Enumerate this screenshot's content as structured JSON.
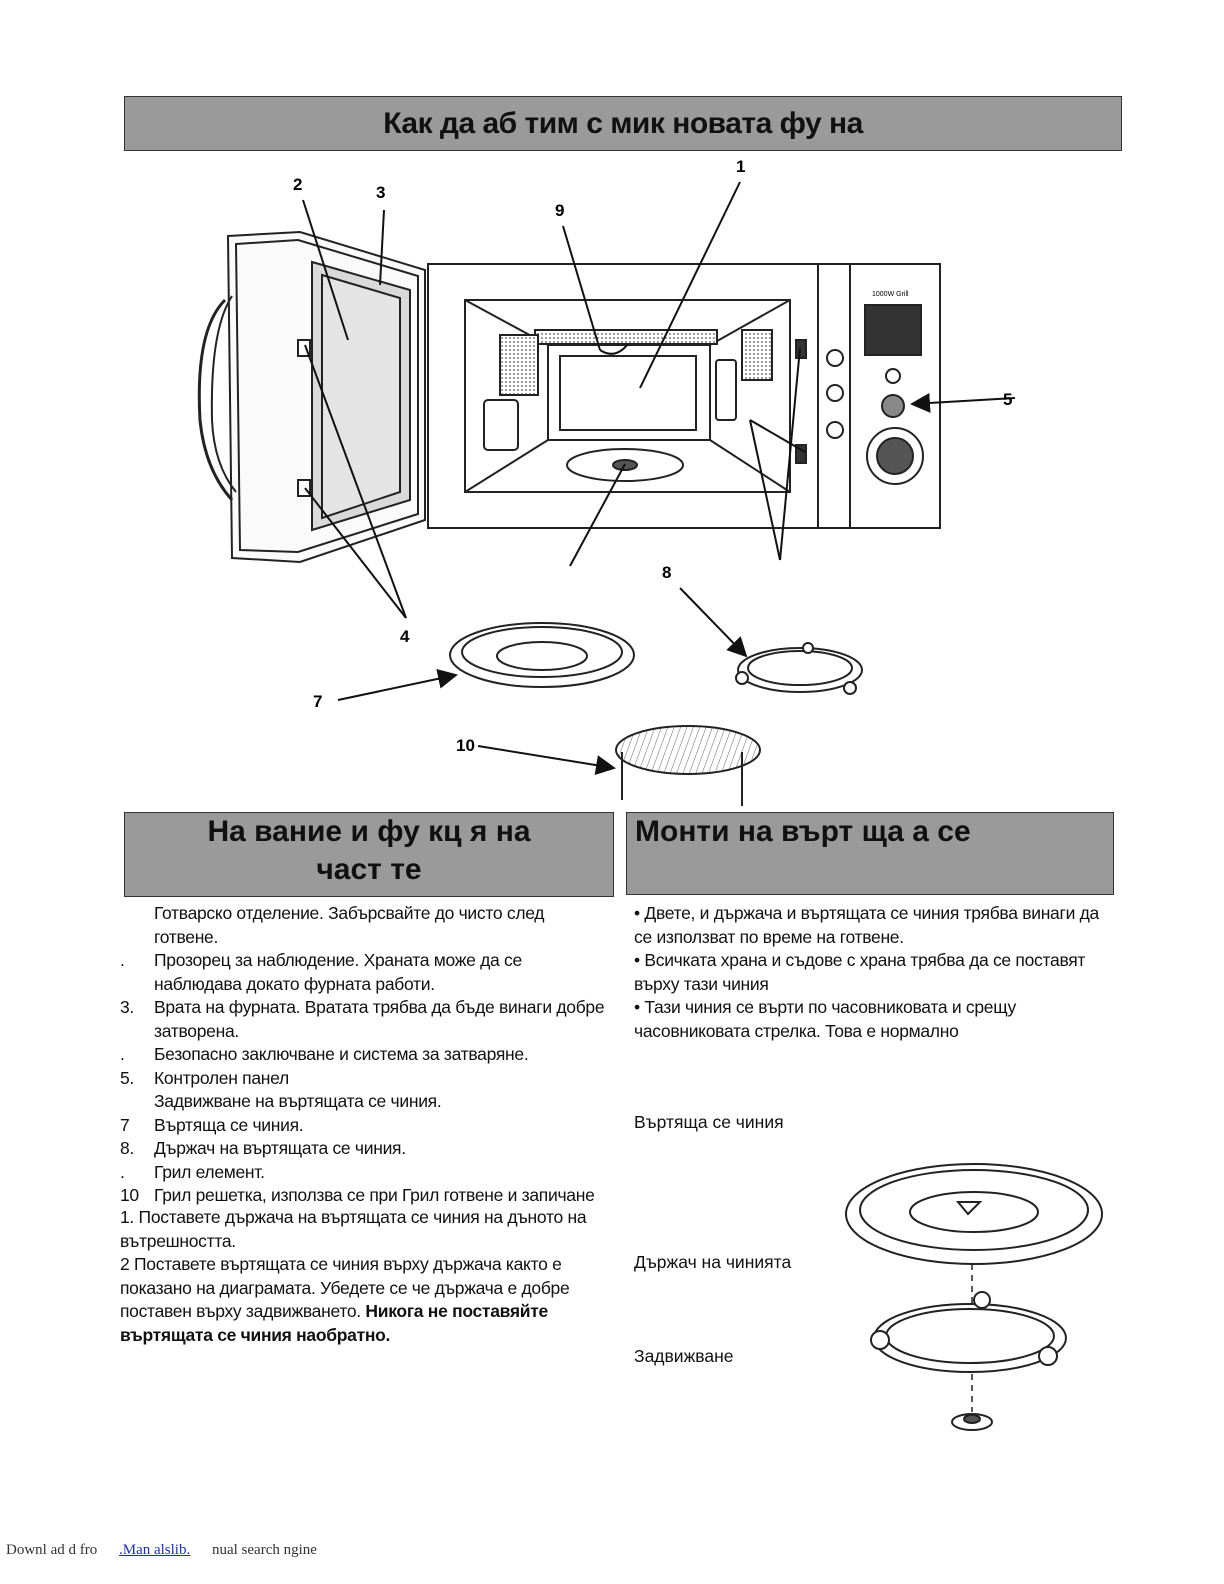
{
  "title": "Как да   аб  тим с мик           новата фу  на",
  "left_header": {
    "line1": "На            вание и фу  кц  я на",
    "line2": "част  те"
  },
  "right_header": "Монти         на върт  ща  а се",
  "callouts": [
    "1",
    "2",
    "3",
    "4",
    "5",
    "7",
    "8",
    "9",
    "10"
  ],
  "panel_text": "1000W Grill",
  "parts_list": [
    {
      "num": "",
      "text": "Готварско отделение. Забърсвайте до чисто след готвене."
    },
    {
      "num": ".",
      "text": "Прозорец за наблюдение. Храната може да се наблюдава  докато фурната работи."
    },
    {
      "num": "3.",
      "text": "Врата на фурната. Вратата трябва да бъде винаги добре затворена."
    },
    {
      "num": ".",
      "text": "Безопасно заключване и система за затваряне."
    },
    {
      "num": "5.",
      "text": "Контролен панел"
    },
    {
      "num": "",
      "text": "Задвижване на въртящата се чиния."
    },
    {
      "num": "7",
      "text": "Въртяща се чиния."
    },
    {
      "num": "8.",
      "text": "Държач на въртящата се чиния."
    },
    {
      "num": ".",
      "text": "Грил елемент."
    },
    {
      "num": "10",
      "text": "Грил решетка, използва се при Грил готвене и запичане"
    }
  ],
  "steps": {
    "step1": "1. Поставете държача на въртящата се  чиния на дъното на вътрешността.",
    "step2": "2  Поставете въртящата се чиния върху държача както е показано на диаграмата. Убедете се  че държача е добре поставен върху задвижването. ",
    "step2_bold": "Никога не поставяйте въртящата се чиния наобратно."
  },
  "notes": [
    "• Двете, и държача и въртящата се чиния трябва винаги да се използват по време на готвене.",
    "• Всичката храна и съдове с храна трябва да се поставят върху тази чиния",
    "• Тази чиния се върти по часовниковата и срещу часовниковата стрелка. Това е нормално"
  ],
  "diagram_labels": {
    "plate": "Въртяща се чиния",
    "holder": "Държач на чинията",
    "drive": "Задвижване"
  },
  "footer": {
    "prefix": "Downl  ad  d fro",
    "link": ".Man  alslib.",
    "suffix": "nual   search   ngine"
  }
}
